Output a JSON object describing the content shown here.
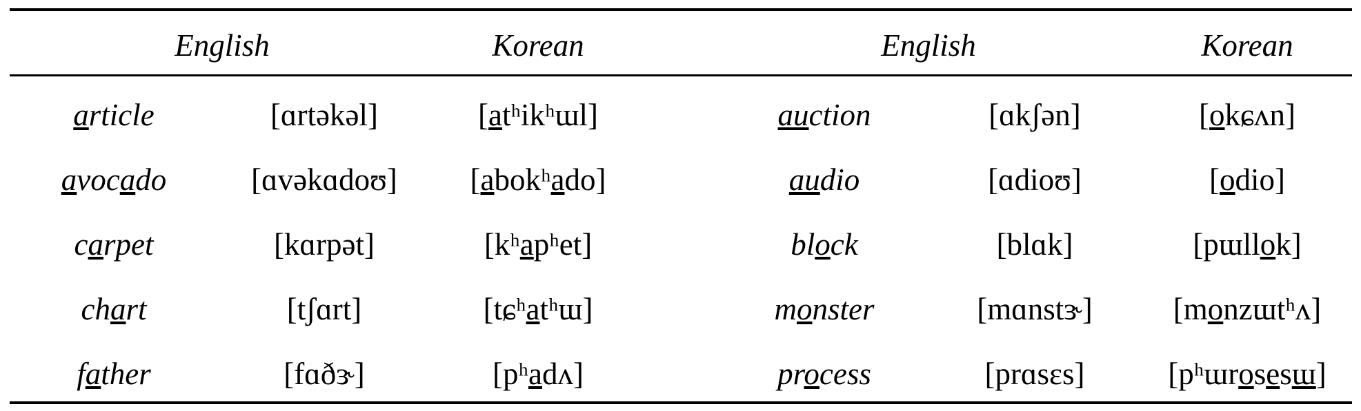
{
  "headers": [
    "English",
    "Korean",
    "English",
    "Korean"
  ],
  "rows": [
    {
      "left_english_html": "<u>a</u>rticle",
      "left_ipa": "[ɑrtəkəl]",
      "left_korean_html": "[<u>a</u>tʰikʰɯl]",
      "right_english_html": "<u>au</u>ction",
      "right_ipa": "[ɑkʃən]",
      "right_korean_html": "[<u>o</u>kɕʌn]"
    },
    {
      "left_english_html": "<u>a</u>voc<u>a</u>do",
      "left_ipa": "[ɑvəkɑdoʊ]",
      "left_korean_html": "[<u>a</u>bokʰ<u>a</u>do]",
      "right_english_html": "<u>au</u>dio",
      "right_ipa": "[ɑdioʊ]",
      "right_korean_html": "[<u>o</u>dio]"
    },
    {
      "left_english_html": "c<u>a</u>rpet",
      "left_ipa": "[kɑrpət]",
      "left_korean_html": "[kʰ<u>a</u>pʰet]",
      "right_english_html": "bl<u>o</u>ck",
      "right_ipa": "[blɑk]",
      "right_korean_html": "[pɯll<u>o</u>k]"
    },
    {
      "left_english_html": "ch<u>a</u>rt",
      "left_ipa": "[tʃɑrt]",
      "left_korean_html": "[tɕʰ<u>a</u>tʰɯ]",
      "right_english_html": "m<u>o</u>nster",
      "right_ipa": "[mɑnstɝ]",
      "right_korean_html": "[m<u>o</u>nzɯtʰʌ]"
    },
    {
      "left_english_html": "f<u>a</u>ther",
      "left_ipa": "[fɑðɝ]",
      "left_korean_html": "[pʰ<u>a</u>dʌ]",
      "right_english_html": "pr<u>o</u>cess",
      "right_ipa": "[prɑsɛs]",
      "right_korean_html": "[pʰɯr<u>o</u>s<u>e</u>s<u>ɯ</u>]"
    }
  ]
}
